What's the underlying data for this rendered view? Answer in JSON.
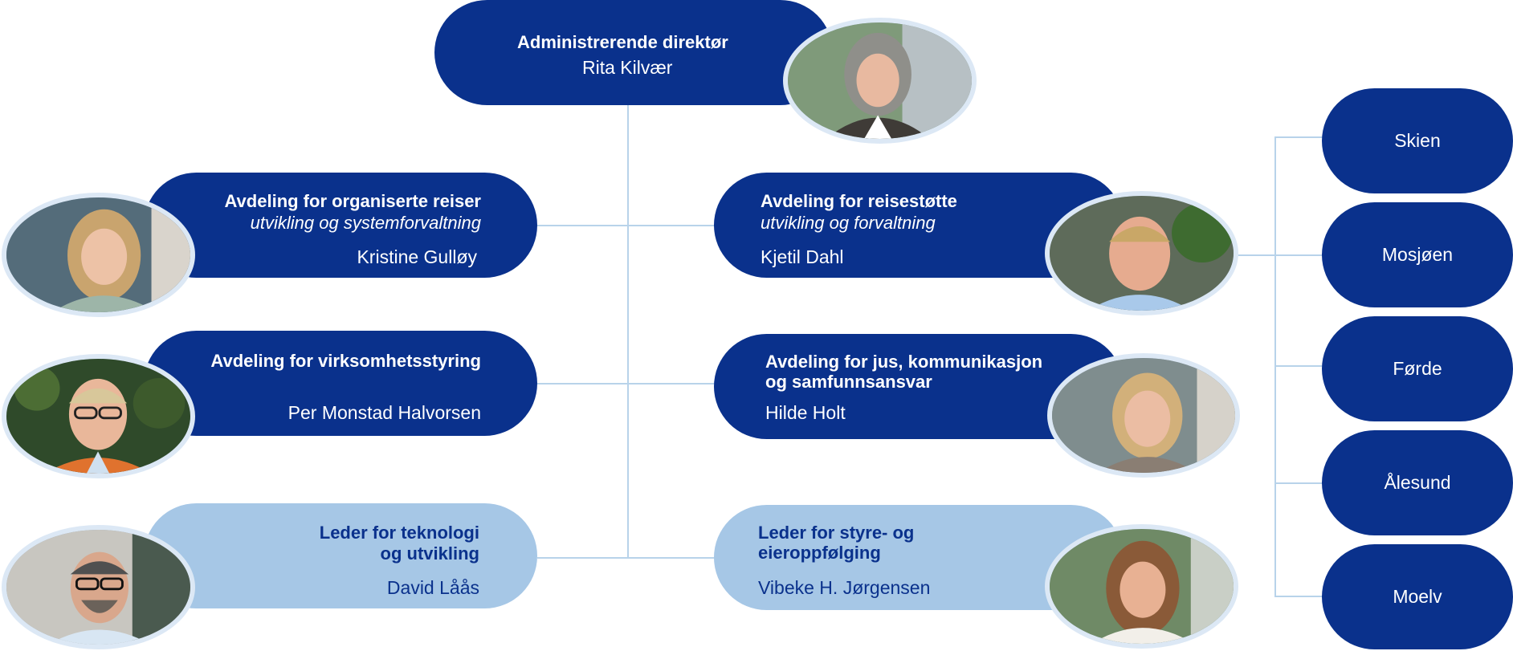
{
  "colors": {
    "primary": "#0a318c",
    "light": "#a6c7e6",
    "line": "#b8d3ea",
    "photo_border": "#dce8f5"
  },
  "ceo": {
    "title": "Administrerende direktør",
    "name": "Rita Kilvær",
    "photo": "person-photo"
  },
  "left_boxes": [
    {
      "title": "Avdeling for organiserte reiser",
      "subtitle": "utvikling og systemforvaltning",
      "name": "Kristine Gulløy"
    },
    {
      "title": "Avdeling for virksomhetsstyring",
      "name": "Per Monstad Halvorsen"
    },
    {
      "title_line1": "Leder for teknologi",
      "title_line2": "og utvikling",
      "name": "David Låås"
    }
  ],
  "right_boxes": [
    {
      "title": "Avdeling for reisestøtte",
      "subtitle": "utvikling og forvaltning",
      "name": "Kjetil Dahl"
    },
    {
      "title_line1": "Avdeling for jus, kommunikasjon",
      "title_line2": "og samfunnsansvar",
      "name": "Hilde Holt"
    },
    {
      "title_line1": "Leder for styre- og",
      "title_line2": "eieroppfølging",
      "name": "Vibeke H. Jørgensen"
    }
  ],
  "cities": [
    "Skien",
    "Mosjøen",
    "Førde",
    "Ålesund",
    "Moelv"
  ]
}
